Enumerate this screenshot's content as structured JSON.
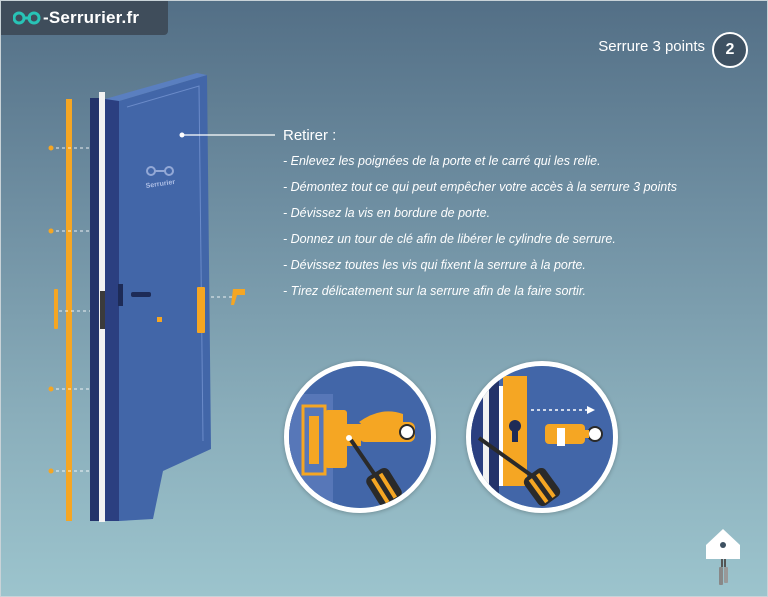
{
  "header": {
    "brand_name": "-Serrurier.fr",
    "logo_icon": "key-logo-icon",
    "step_title": "Serrure 3 points",
    "step_number": "2"
  },
  "door": {
    "plate_text": "Serrurier"
  },
  "instructions": {
    "heading": "Retirer :",
    "items": [
      "- Enlevez les poignées de la porte et le carré qui les relie.",
      "- Démontez tout ce qui peut empêcher votre accès à la serrure 3 points",
      "- Dévissez la vis en bordure de porte.",
      "- Donnez un tour de clé afin de libérer le cylindre de serrure.",
      "- Dévissez toutes les vis qui fixent la serrure à la porte.",
      "- Tirez délicatement sur la serrure afin de la faire sortir."
    ]
  },
  "colors": {
    "door_blue": "#4266a8",
    "lock_orange": "#f5a623",
    "background_top": "#536f86",
    "background_bottom": "#9cc4cd"
  }
}
